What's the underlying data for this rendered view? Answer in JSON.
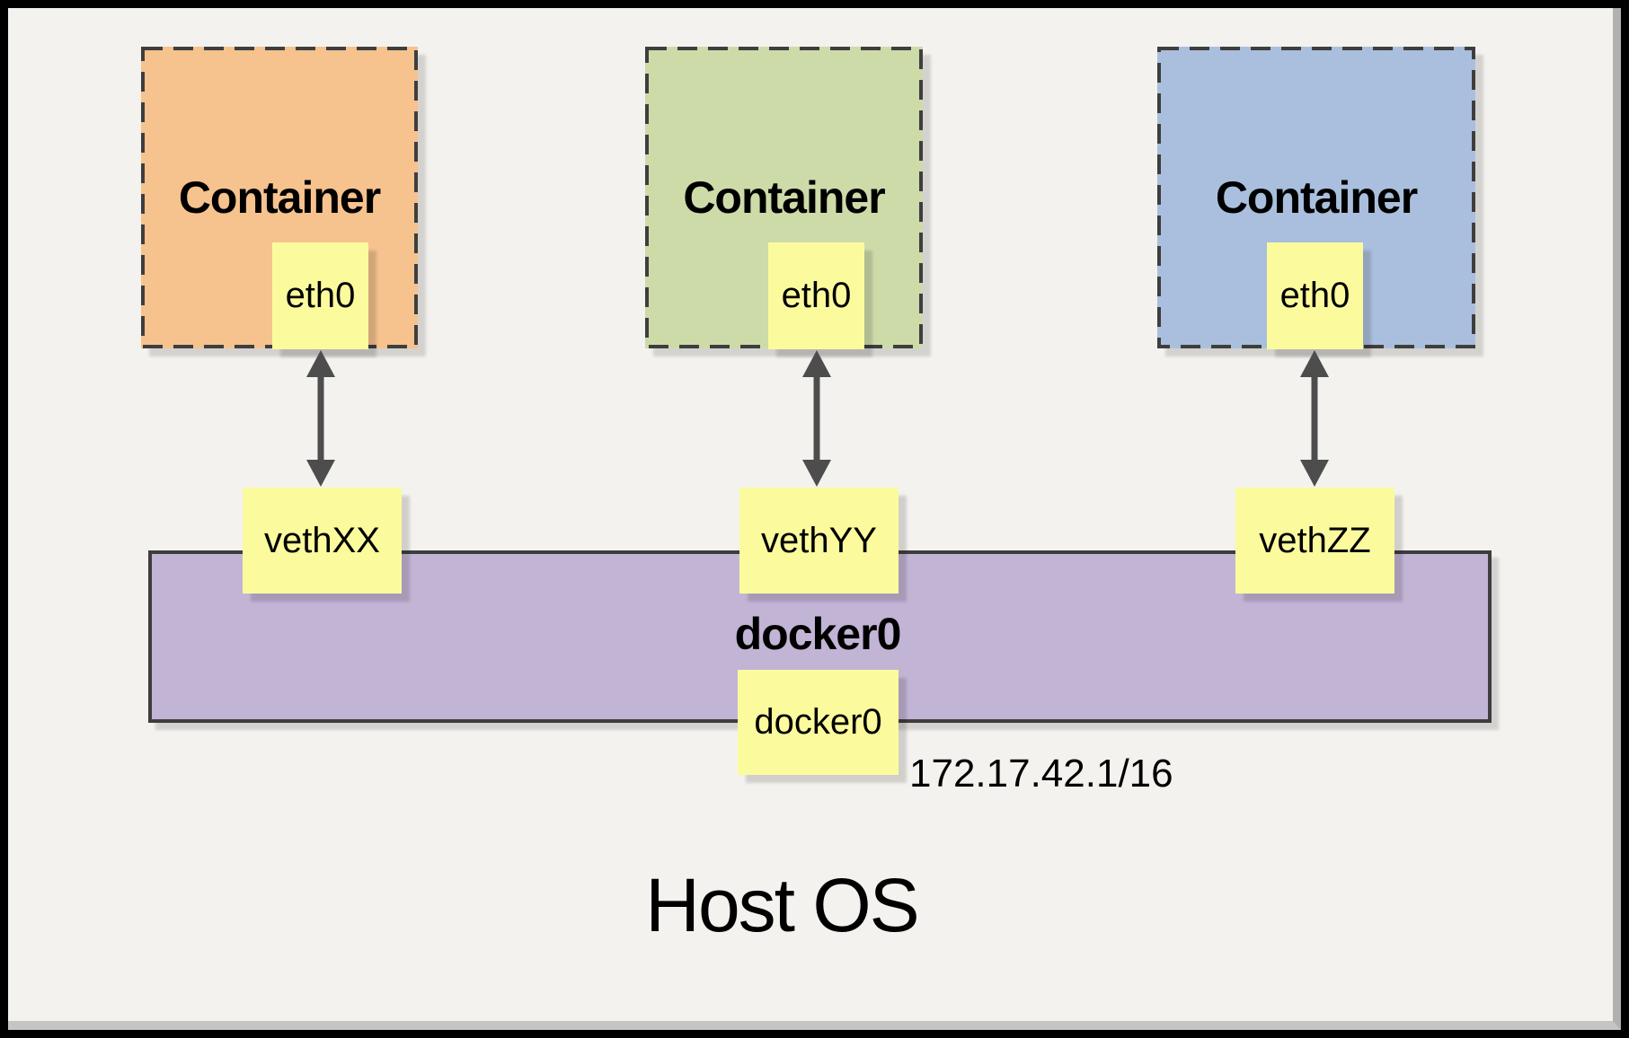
{
  "diagram": {
    "containers": [
      {
        "label": "Container",
        "interface": "eth0",
        "veth": "vethXX",
        "fill": "#F6C28E"
      },
      {
        "label": "Container",
        "interface": "eth0",
        "veth": "vethYY",
        "fill": "#CDDBA9"
      },
      {
        "label": "Container",
        "interface": "eth0",
        "veth": "vethZZ",
        "fill": "#AABFDD"
      }
    ],
    "bridge": {
      "name": "docker0",
      "interface_label": "docker0",
      "ip": "172.17.42.1/16",
      "fill": "#C2B4D5"
    },
    "host": {
      "label": "Host OS"
    },
    "colors": {
      "background": "#F4F2EE",
      "interface_box": "#FBFB9E",
      "dashed_border": "#3E3E3E",
      "arrow": "#4D4D4D",
      "frame": "#000000"
    }
  }
}
